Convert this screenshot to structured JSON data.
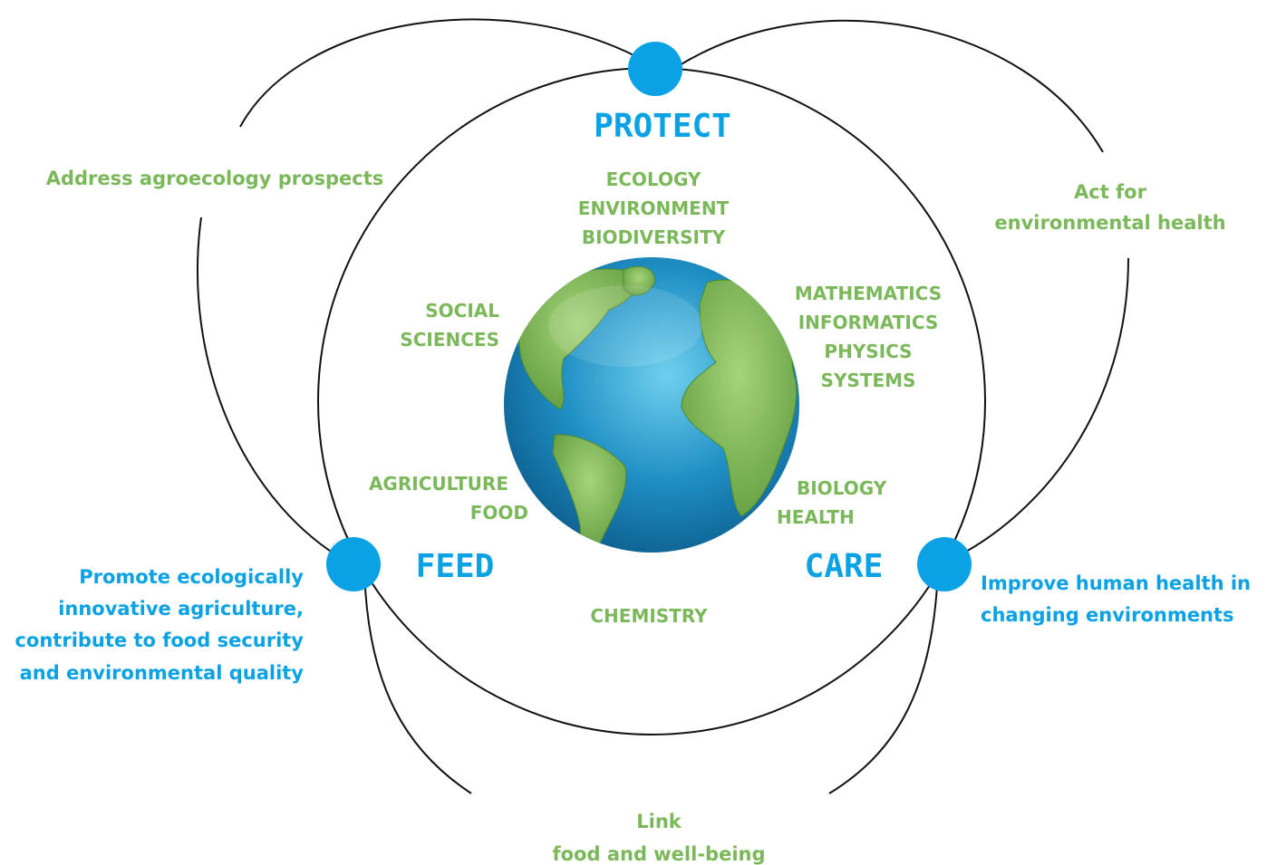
{
  "pillars": {
    "protect": "PROTECT",
    "feed": "FEED",
    "care": "CARE"
  },
  "disciplines": {
    "top": [
      "ECOLOGY",
      "ENVIRONMENT",
      "BIODIVERSITY"
    ],
    "left": [
      "SOCIAL",
      "SCIENCES"
    ],
    "right": [
      "MATHEMATICS",
      "INFORMATICS",
      "PHYSICS",
      "SYSTEMS"
    ],
    "bottom_left": [
      "AGRICULTURE",
      "FOOD"
    ],
    "bottom_right": [
      "BIOLOGY",
      "HEALTH"
    ],
    "bottom": "CHEMISTRY"
  },
  "goals": {
    "agroecology": "Address agroecology prospects",
    "environmental_health": [
      "Act for",
      "environmental health"
    ],
    "agriculture": [
      "Promote ecologically",
      "innovative agriculture,",
      "contribute to food security",
      "and environmental quality"
    ],
    "human_health": [
      "Improve human health in",
      "changing environments"
    ],
    "food_wellbeing": [
      "Link",
      "food and well-being"
    ]
  },
  "colors": {
    "green": "#7bb85a",
    "blue": "#0aa2e4",
    "ocean": "#1f8fc4",
    "land": "#8cc063",
    "line": "#111111"
  }
}
